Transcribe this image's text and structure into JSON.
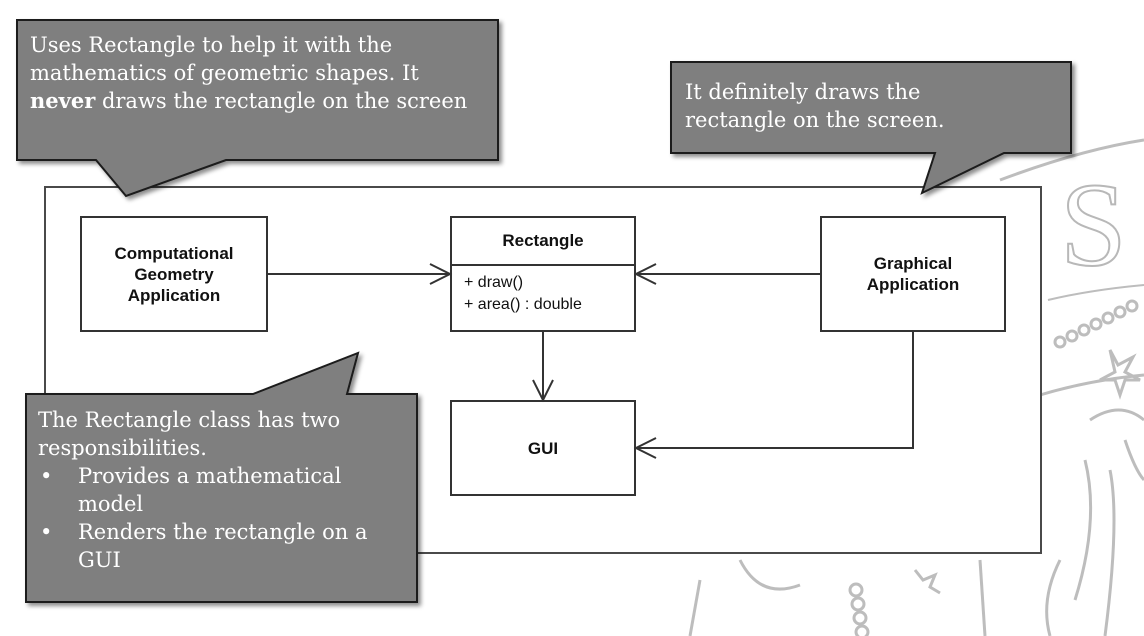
{
  "callouts": {
    "top_left": {
      "text_before": "Uses Rectangle to help it with the mathematics of geometric shapes. It ",
      "bold": "never",
      "text_after": " draws the rectangle on the screen"
    },
    "top_right": {
      "text": "It definitely draws the rectangle on the screen."
    },
    "bottom_left": {
      "intro": "The Rectangle class has two responsibilities.",
      "bullets": [
        "Provides a mathematical model",
        "Renders the rectangle on a GUI"
      ],
      "bullet_symbol": "•"
    }
  },
  "diagram": {
    "computational_app": "Computational\nGeometry\nApplication",
    "rectangle": {
      "name": "Rectangle",
      "methods": [
        "+ draw()",
        "+ area() : double"
      ]
    },
    "graphical_app": "Graphical\nApplication",
    "gui": "GUI"
  },
  "colors": {
    "callout_fill": "#7f7f7f",
    "callout_border": "#1a1a1a",
    "watermark": "#b8b8b8"
  },
  "watermark": {
    "letter": "S"
  }
}
